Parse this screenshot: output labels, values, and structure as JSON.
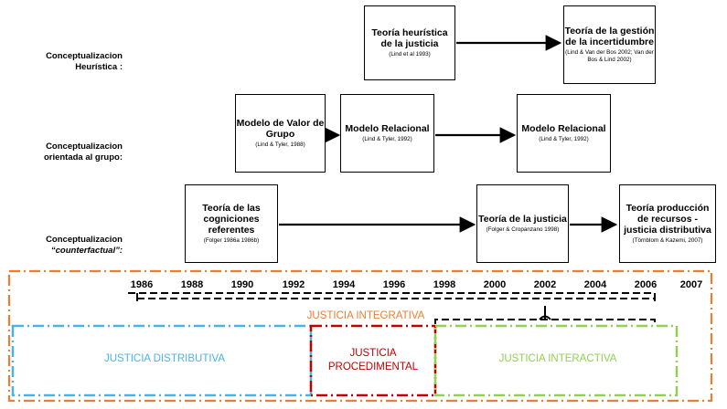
{
  "row_labels": {
    "heuristic": {
      "line1": "Conceptualizacion",
      "line2": "Heurística :"
    },
    "group": {
      "line1": "Conceptualizacion",
      "line2": "orientada al grupo:"
    },
    "counterfactual": {
      "line1": "Conceptualizacion",
      "line2": "“counterfactual”:"
    }
  },
  "boxes": {
    "heuristica": {
      "title": "Teoría heurística de la justicia",
      "cite": "(Lind et al 1993)"
    },
    "incertidumbre": {
      "title": "Teoría de la gestión de la incertidumbre",
      "cite": "(Lind & Van der Bos 2002; Van der Bos & Lind 2002)"
    },
    "valor_grupo": {
      "title": "Modelo de Valor de Grupo",
      "cite": "(Lind & Tyler, 1988)"
    },
    "relacional1": {
      "title": "Modelo Relacional",
      "cite": "(Lind & Tyler, 1992)"
    },
    "relacional2": {
      "title": "Modelo Relacional",
      "cite": "(Lind & Tyler, 1992)"
    },
    "cogniciones": {
      "title": "Teoría de las cogniciones referentes",
      "cite": "(Folger 1986a 1986b)"
    },
    "justicia": {
      "title": "Teoría de la justicia",
      "cite": "(Folger & Cropanzano 1998)"
    },
    "produccion": {
      "title": "Teoría producción de recursos - justicia distributiva",
      "cite": "(Törnblom & Kazemi, 2007)"
    }
  },
  "timeline_years": [
    "1986",
    "1988",
    "1990",
    "1992",
    "1994",
    "1996",
    "1998",
    "2000",
    "2002",
    "2004",
    "2006",
    "2007"
  ],
  "bands": {
    "integrativa": "JUSTICIA INTEGRATIVA",
    "distributiva": "JUSTICIA DISTRIBUTIVA",
    "procedimental_1": "JUSTICIA",
    "procedimental_2": "PROCEDIMENTAL",
    "interactiva": "JUSTICIA INTERACTIVA"
  },
  "colors": {
    "integrativa": "#ed7d31",
    "distributiva": "#4ab3e6",
    "procedimental": "#c00000",
    "interactiva": "#92d050",
    "black": "#000000"
  }
}
